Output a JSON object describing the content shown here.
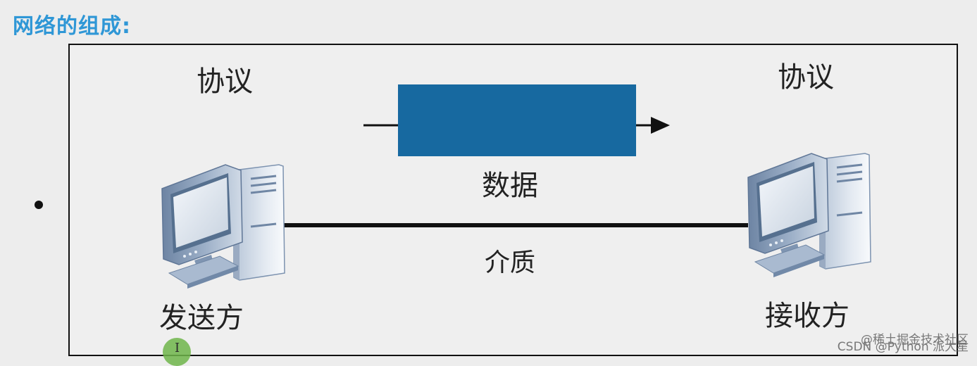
{
  "title": "网络的组成:",
  "diagram": {
    "sender_protocol": "协议",
    "receiver_protocol": "协议",
    "data_label": "数据",
    "medium_label": "介质",
    "sender_label": "发送方",
    "receiver_label": "接收方"
  },
  "colors": {
    "title": "#2f97d6",
    "data_block": "#1769a0",
    "line": "#111111",
    "computer": "#9fb3cc"
  },
  "icons": {
    "sender": "computer-icon",
    "receiver": "computer-icon",
    "cursor": "text-cursor-icon"
  },
  "watermark": {
    "line1": "@稀土掘金技术社区",
    "line2": "CSDN @Python 派大星"
  }
}
